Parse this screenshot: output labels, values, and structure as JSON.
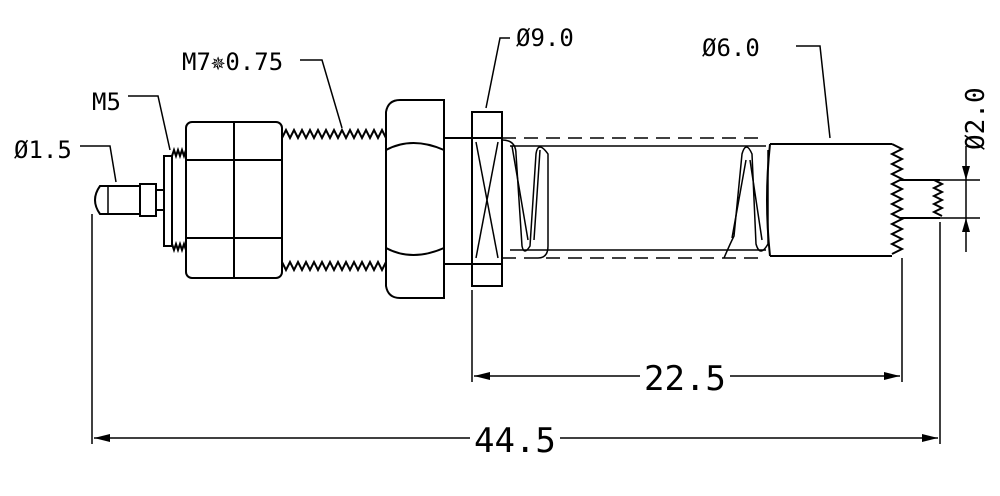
{
  "colors": {
    "line": "#000000",
    "background": "#ffffff"
  },
  "labels": {
    "pin_diameter": "Ø1.5",
    "thread_small": "M5",
    "thread_main": "M7✵0.75",
    "nut_diameter": "Ø9.0",
    "body_diameter": "Ø6.0",
    "tip_diameter": "Ø2.0",
    "stroke_length": "22.5",
    "total_length": "44.5"
  }
}
